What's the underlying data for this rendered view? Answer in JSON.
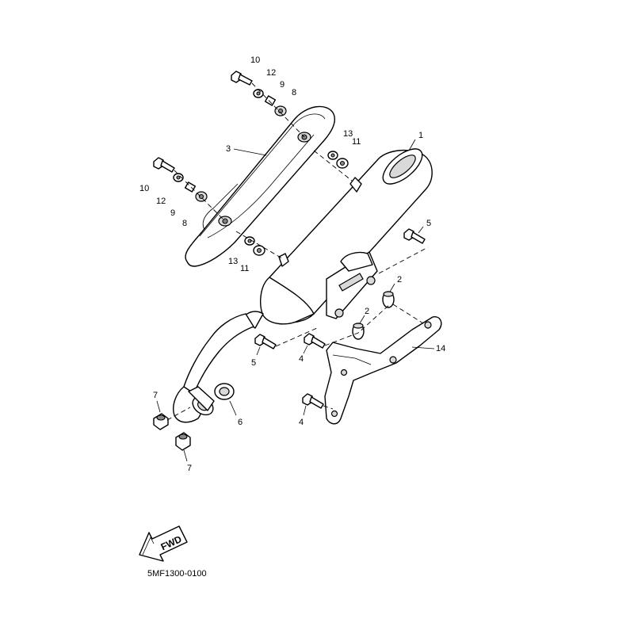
{
  "callouts": {
    "c1": "1",
    "c2a": "2",
    "c2b": "2",
    "c3": "3",
    "c4a": "4",
    "c4b": "4",
    "c5a": "5",
    "c5b": "5",
    "c6": "6",
    "c7a": "7",
    "c7b": "7",
    "c8a": "8",
    "c8b": "8",
    "c9a": "9",
    "c9b": "9",
    "c10a": "10",
    "c10b": "10",
    "c11a": "11",
    "c11b": "11",
    "c12a": "12",
    "c12b": "12",
    "c13a": "13",
    "c13b": "13",
    "c14": "14"
  },
  "direction_label": "FWD",
  "diagram_code": "5MF1300-0100"
}
